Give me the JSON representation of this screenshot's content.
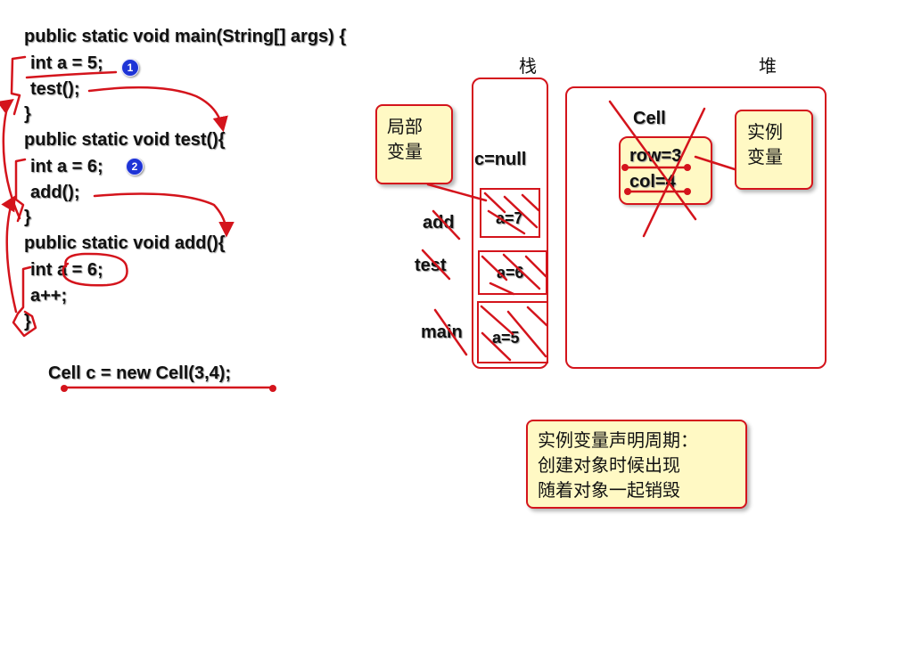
{
  "code": {
    "line1": "public static void main(String[] args) {",
    "line2": "int a = 5;",
    "line3": "test();",
    "line4": "}",
    "line5": "public static void test(){",
    "line6": "int a = 6;",
    "line7": "add();",
    "line8": "}",
    "line9": "public static void add(){",
    "line10": "int a = 6;",
    "line11": "a++;",
    "line12": "}",
    "line13": "Cell c = new Cell(3,4);",
    "badge1": "1",
    "badge2": "2"
  },
  "stack": {
    "title": "栈",
    "c_value": "c=null",
    "frames": {
      "add_label": "add",
      "add_value": "a=7",
      "test_label": "test",
      "test_value": "a=6",
      "main_label": "main",
      "main_value": "a=5"
    },
    "callout": "局部\n变量"
  },
  "heap": {
    "title": "堆",
    "object_title": "Cell",
    "row": "row=3",
    "col": "col=4",
    "callout": "实例\n变量"
  },
  "note": "实例变量声明周期：\n创建对象时候出现\n随着对象一起销毁",
  "colors": {
    "annotation_red": "#d4141c",
    "callout_fill": "#fff9c4",
    "badge_blue": "#1e34d6"
  }
}
